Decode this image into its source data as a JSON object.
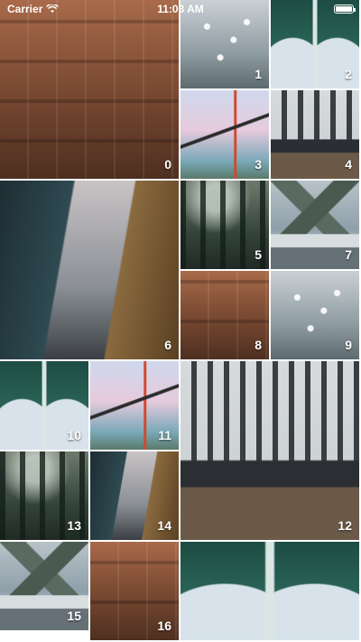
{
  "status_bar": {
    "carrier": "Carrier",
    "time": "11:08 AM"
  },
  "gallery": {
    "tiles": [
      {
        "label": "0",
        "art": "building"
      },
      {
        "label": "1",
        "art": "birds"
      },
      {
        "label": "2",
        "art": "bridge-under"
      },
      {
        "label": "3",
        "art": "golden-gate"
      },
      {
        "label": "4",
        "art": "city"
      },
      {
        "label": "6",
        "art": "street"
      },
      {
        "label": "5",
        "art": "forest"
      },
      {
        "label": "7",
        "art": "mountain"
      },
      {
        "label": "8",
        "art": "building"
      },
      {
        "label": "9",
        "art": "birds"
      },
      {
        "label": "10",
        "art": "bridge-under"
      },
      {
        "label": "11",
        "art": "golden-gate"
      },
      {
        "label": "12",
        "art": "city"
      },
      {
        "label": "13",
        "art": "forest"
      },
      {
        "label": "14",
        "art": "street"
      },
      {
        "label": "15",
        "art": "mountain"
      },
      {
        "label": "16",
        "art": "building"
      },
      {
        "label": "",
        "art": "bridge-under"
      }
    ]
  }
}
